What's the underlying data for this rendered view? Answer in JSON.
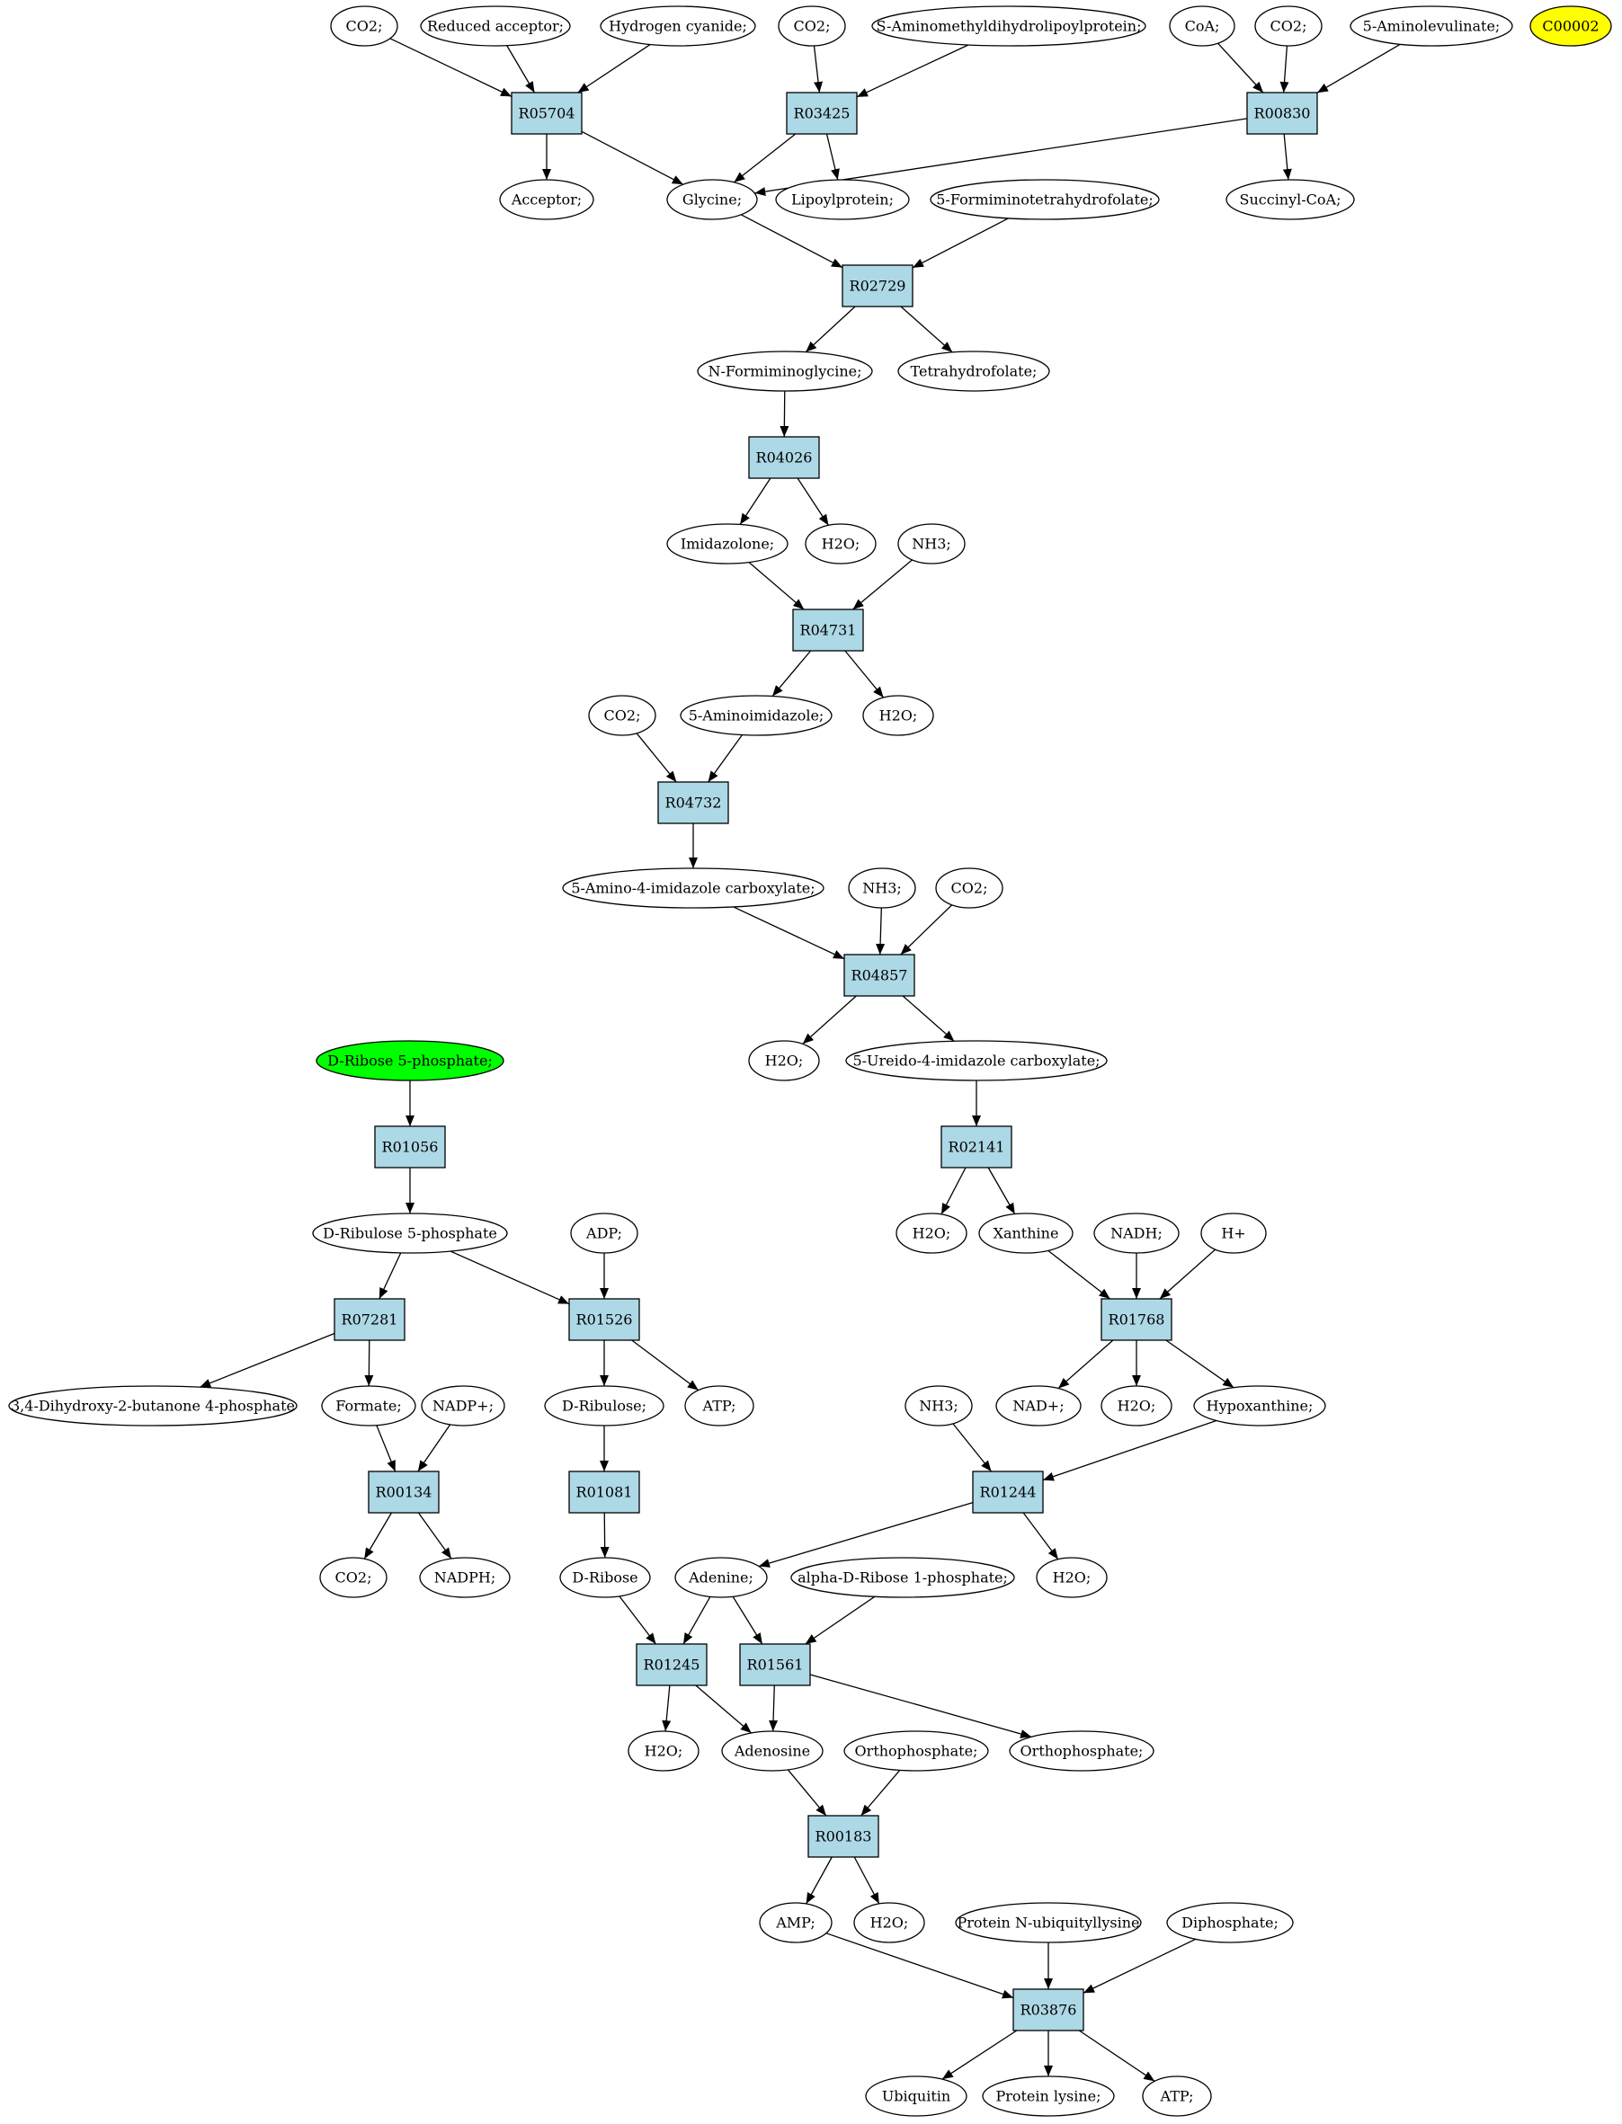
{
  "diagram": {
    "colors": {
      "reaction_fill": "#add8e6",
      "compound_fill": "#ffffff",
      "start_fill": "#00ff00",
      "target_fill": "#ffff00",
      "stroke": "#000000"
    },
    "nodes": [
      {
        "id": "c_co2_1",
        "kind": "compound",
        "label": "CO2;"
      },
      {
        "id": "c_redacc",
        "kind": "compound",
        "label": "Reduced acceptor;"
      },
      {
        "id": "c_hcn",
        "kind": "compound",
        "label": "Hydrogen cyanide;"
      },
      {
        "id": "c_co2_2",
        "kind": "compound",
        "label": "CO2;"
      },
      {
        "id": "c_samdlp",
        "kind": "compound",
        "label": "S-Aminomethyldihydrolipoylprotein;"
      },
      {
        "id": "c_coa",
        "kind": "compound",
        "label": "CoA;"
      },
      {
        "id": "c_co2_3",
        "kind": "compound",
        "label": "CO2;"
      },
      {
        "id": "c_ala",
        "kind": "compound",
        "label": "5-Aminolevulinate;"
      },
      {
        "id": "c_c00002",
        "kind": "target",
        "label": "C00002"
      },
      {
        "id": "r_R05704",
        "kind": "reaction",
        "label": "R05704"
      },
      {
        "id": "r_R03425",
        "kind": "reaction",
        "label": "R03425"
      },
      {
        "id": "r_R00830",
        "kind": "reaction",
        "label": "R00830"
      },
      {
        "id": "c_acceptor",
        "kind": "compound",
        "label": "Acceptor;"
      },
      {
        "id": "c_glycine",
        "kind": "compound",
        "label": "Glycine;"
      },
      {
        "id": "c_lipoprot",
        "kind": "compound",
        "label": "Lipoylprotein;"
      },
      {
        "id": "c_fthf",
        "kind": "compound",
        "label": "5-Formiminotetrahydrofolate;"
      },
      {
        "id": "c_succoa",
        "kind": "compound",
        "label": "Succinyl-CoA;"
      },
      {
        "id": "r_R02729",
        "kind": "reaction",
        "label": "R02729"
      },
      {
        "id": "c_nfg",
        "kind": "compound",
        "label": "N-Formiminoglycine;"
      },
      {
        "id": "c_thf",
        "kind": "compound",
        "label": "Tetrahydrofolate;"
      },
      {
        "id": "r_R04026",
        "kind": "reaction",
        "label": "R04026"
      },
      {
        "id": "c_imidazolone",
        "kind": "compound",
        "label": "Imidazolone;"
      },
      {
        "id": "c_h2o_1",
        "kind": "compound",
        "label": "H2O;"
      },
      {
        "id": "c_nh3_1",
        "kind": "compound",
        "label": "NH3;"
      },
      {
        "id": "r_R04731",
        "kind": "reaction",
        "label": "R04731"
      },
      {
        "id": "c_co2_4",
        "kind": "compound",
        "label": "CO2;"
      },
      {
        "id": "c_5ai",
        "kind": "compound",
        "label": "5-Aminoimidazole;"
      },
      {
        "id": "c_h2o_2",
        "kind": "compound",
        "label": "H2O;"
      },
      {
        "id": "r_R04732",
        "kind": "reaction",
        "label": "R04732"
      },
      {
        "id": "c_5a4ic",
        "kind": "compound",
        "label": "5-Amino-4-imidazole carboxylate;"
      },
      {
        "id": "c_nh3_2",
        "kind": "compound",
        "label": "NH3;"
      },
      {
        "id": "c_co2_5",
        "kind": "compound",
        "label": "CO2;"
      },
      {
        "id": "r_R04857",
        "kind": "reaction",
        "label": "R04857"
      },
      {
        "id": "c_h2o_3",
        "kind": "compound",
        "label": "H2O;"
      },
      {
        "id": "c_5u4ic",
        "kind": "compound",
        "label": "5-Ureido-4-imidazole carboxylate;"
      },
      {
        "id": "c_r5p",
        "kind": "start",
        "label": "D-Ribose 5-phosphate;"
      },
      {
        "id": "r_R01056",
        "kind": "reaction",
        "label": "R01056"
      },
      {
        "id": "r_R02141",
        "kind": "reaction",
        "label": "R02141"
      },
      {
        "id": "c_ru5p",
        "kind": "compound",
        "label": "D-Ribulose 5-phosphate"
      },
      {
        "id": "c_adp",
        "kind": "compound",
        "label": "ADP;"
      },
      {
        "id": "c_h2o_4",
        "kind": "compound",
        "label": "H2O;"
      },
      {
        "id": "c_xanthine",
        "kind": "compound",
        "label": "Xanthine"
      },
      {
        "id": "c_nadh",
        "kind": "compound",
        "label": "NADH;"
      },
      {
        "id": "c_hplus",
        "kind": "compound",
        "label": "H+"
      },
      {
        "id": "r_R07281",
        "kind": "reaction",
        "label": "R07281"
      },
      {
        "id": "r_R01526",
        "kind": "reaction",
        "label": "R01526"
      },
      {
        "id": "r_R01768",
        "kind": "reaction",
        "label": "R01768"
      },
      {
        "id": "c_dhbp",
        "kind": "compound",
        "label": "3,4-Dihydroxy-2-butanone 4-phosphate"
      },
      {
        "id": "c_formate",
        "kind": "compound",
        "label": "Formate;"
      },
      {
        "id": "c_nadp",
        "kind": "compound",
        "label": "NADP+;"
      },
      {
        "id": "c_ribulose",
        "kind": "compound",
        "label": "D-Ribulose;"
      },
      {
        "id": "c_atp_1",
        "kind": "compound",
        "label": "ATP;"
      },
      {
        "id": "c_nad",
        "kind": "compound",
        "label": "NAD+;"
      },
      {
        "id": "c_h2o_5",
        "kind": "compound",
        "label": "H2O;"
      },
      {
        "id": "c_hypoxanthine",
        "kind": "compound",
        "label": "Hypoxanthine;"
      },
      {
        "id": "c_nh3_3",
        "kind": "compound",
        "label": "NH3;"
      },
      {
        "id": "r_R00134",
        "kind": "reaction",
        "label": "R00134"
      },
      {
        "id": "r_R01081",
        "kind": "reaction",
        "label": "R01081"
      },
      {
        "id": "r_R01244",
        "kind": "reaction",
        "label": "R01244"
      },
      {
        "id": "c_co2_6",
        "kind": "compound",
        "label": "CO2;"
      },
      {
        "id": "c_nadph",
        "kind": "compound",
        "label": "NADPH;"
      },
      {
        "id": "c_ribose",
        "kind": "compound",
        "label": "D-Ribose"
      },
      {
        "id": "c_adenine",
        "kind": "compound",
        "label": "Adenine;"
      },
      {
        "id": "c_ar1p",
        "kind": "compound",
        "label": "alpha-D-Ribose 1-phosphate;"
      },
      {
        "id": "c_h2o_6",
        "kind": "compound",
        "label": "H2O;"
      },
      {
        "id": "r_R01245",
        "kind": "reaction",
        "label": "R01245"
      },
      {
        "id": "r_R01561",
        "kind": "reaction",
        "label": "R01561"
      },
      {
        "id": "c_h2o_7",
        "kind": "compound",
        "label": "H2O;"
      },
      {
        "id": "c_adenosine",
        "kind": "compound",
        "label": "Adenosine"
      },
      {
        "id": "c_pi_1",
        "kind": "compound",
        "label": "Orthophosphate;"
      },
      {
        "id": "c_pi_2",
        "kind": "compound",
        "label": "Orthophosphate;"
      },
      {
        "id": "r_R00183",
        "kind": "reaction",
        "label": "R00183"
      },
      {
        "id": "c_amp",
        "kind": "compound",
        "label": "AMP;"
      },
      {
        "id": "c_h2o_8",
        "kind": "compound",
        "label": "H2O;"
      },
      {
        "id": "c_pnul",
        "kind": "compound",
        "label": "Protein N-ubiquityllysine"
      },
      {
        "id": "c_ppi",
        "kind": "compound",
        "label": "Diphosphate;"
      },
      {
        "id": "r_R03876",
        "kind": "reaction",
        "label": "R03876"
      },
      {
        "id": "c_ubiquitin",
        "kind": "compound",
        "label": "Ubiquitin"
      },
      {
        "id": "c_protlys",
        "kind": "compound",
        "label": "Protein lysine;"
      },
      {
        "id": "c_atp_2",
        "kind": "compound",
        "label": "ATP;"
      }
    ],
    "edges": [
      [
        "c_co2_1",
        "r_R05704"
      ],
      [
        "c_redacc",
        "r_R05704"
      ],
      [
        "c_hcn",
        "r_R05704"
      ],
      [
        "r_R05704",
        "c_acceptor"
      ],
      [
        "r_R05704",
        "c_glycine"
      ],
      [
        "c_co2_2",
        "r_R03425"
      ],
      [
        "c_samdlp",
        "r_R03425"
      ],
      [
        "r_R03425",
        "c_glycine"
      ],
      [
        "r_R03425",
        "c_lipoprot"
      ],
      [
        "c_coa",
        "r_R00830"
      ],
      [
        "c_co2_3",
        "r_R00830"
      ],
      [
        "c_ala",
        "r_R00830"
      ],
      [
        "r_R00830",
        "c_glycine"
      ],
      [
        "r_R00830",
        "c_succoa"
      ],
      [
        "c_glycine",
        "r_R02729"
      ],
      [
        "c_fthf",
        "r_R02729"
      ],
      [
        "r_R02729",
        "c_nfg"
      ],
      [
        "r_R02729",
        "c_thf"
      ],
      [
        "c_nfg",
        "r_R04026"
      ],
      [
        "r_R04026",
        "c_imidazolone"
      ],
      [
        "r_R04026",
        "c_h2o_1"
      ],
      [
        "c_imidazolone",
        "r_R04731"
      ],
      [
        "c_nh3_1",
        "r_R04731"
      ],
      [
        "r_R04731",
        "c_5ai"
      ],
      [
        "r_R04731",
        "c_h2o_2"
      ],
      [
        "c_co2_4",
        "r_R04732"
      ],
      [
        "c_5ai",
        "r_R04732"
      ],
      [
        "r_R04732",
        "c_5a4ic"
      ],
      [
        "c_5a4ic",
        "r_R04857"
      ],
      [
        "c_nh3_2",
        "r_R04857"
      ],
      [
        "c_co2_5",
        "r_R04857"
      ],
      [
        "r_R04857",
        "c_h2o_3"
      ],
      [
        "r_R04857",
        "c_5u4ic"
      ],
      [
        "c_5u4ic",
        "r_R02141"
      ],
      [
        "r_R02141",
        "c_h2o_4"
      ],
      [
        "r_R02141",
        "c_xanthine"
      ],
      [
        "c_xanthine",
        "r_R01768"
      ],
      [
        "c_nadh",
        "r_R01768"
      ],
      [
        "c_hplus",
        "r_R01768"
      ],
      [
        "r_R01768",
        "c_nad"
      ],
      [
        "r_R01768",
        "c_h2o_5"
      ],
      [
        "r_R01768",
        "c_hypoxanthine"
      ],
      [
        "c_nh3_3",
        "r_R01244"
      ],
      [
        "c_hypoxanthine",
        "r_R01244"
      ],
      [
        "r_R01244",
        "c_adenine"
      ],
      [
        "r_R01244",
        "c_h2o_6"
      ],
      [
        "c_r5p",
        "r_R01056"
      ],
      [
        "r_R01056",
        "c_ru5p"
      ],
      [
        "c_ru5p",
        "r_R07281"
      ],
      [
        "c_ru5p",
        "r_R01526"
      ],
      [
        "c_adp",
        "r_R01526"
      ],
      [
        "r_R07281",
        "c_dhbp"
      ],
      [
        "r_R07281",
        "c_formate"
      ],
      [
        "r_R01526",
        "c_ribulose"
      ],
      [
        "r_R01526",
        "c_atp_1"
      ],
      [
        "c_formate",
        "r_R00134"
      ],
      [
        "c_nadp",
        "r_R00134"
      ],
      [
        "r_R00134",
        "c_co2_6"
      ],
      [
        "r_R00134",
        "c_nadph"
      ],
      [
        "c_ribulose",
        "r_R01081"
      ],
      [
        "r_R01081",
        "c_ribose"
      ],
      [
        "c_ribose",
        "r_R01245"
      ],
      [
        "c_adenine",
        "r_R01245"
      ],
      [
        "c_adenine",
        "r_R01561"
      ],
      [
        "c_ar1p",
        "r_R01561"
      ],
      [
        "r_R01245",
        "c_h2o_7"
      ],
      [
        "r_R01245",
        "c_adenosine"
      ],
      [
        "r_R01561",
        "c_adenosine"
      ],
      [
        "r_R01561",
        "c_pi_2"
      ],
      [
        "c_adenosine",
        "r_R00183"
      ],
      [
        "c_pi_1",
        "r_R00183"
      ],
      [
        "r_R00183",
        "c_amp"
      ],
      [
        "r_R00183",
        "c_h2o_8"
      ],
      [
        "c_amp",
        "r_R03876"
      ],
      [
        "c_pnul",
        "r_R03876"
      ],
      [
        "c_ppi",
        "r_R03876"
      ],
      [
        "r_R03876",
        "c_ubiquitin"
      ],
      [
        "r_R03876",
        "c_protlys"
      ],
      [
        "r_R03876",
        "c_atp_2"
      ]
    ]
  }
}
